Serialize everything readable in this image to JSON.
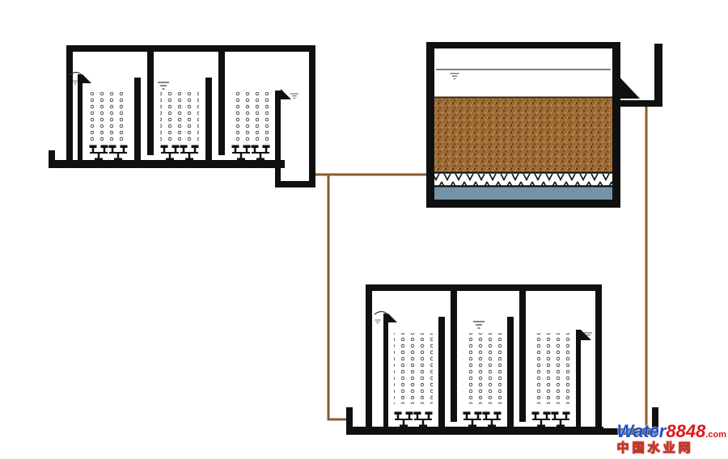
{
  "canvas": {
    "background": "#ffffff"
  },
  "diagram": {
    "colors": {
      "wall": "#101010",
      "pipe": "#8a5c30",
      "media_base": "#9c6b35",
      "media_dot_dark": "#5d3514",
      "media_dot_light": "#c79a5e",
      "underdrain_line": "#101010",
      "bottom_water": "#7293a8",
      "bubble_stroke": "#2a2a2a",
      "surface_line": "#333333"
    },
    "components": {
      "upper_left": "aeration-tank-upper",
      "upper_right": "media-filter-tank",
      "lower": "aeration-tank-lower",
      "lines": "process-piping"
    }
  },
  "logo": {
    "brand_primary": "Water",
    "brand_number": "8848",
    "brand_tld": ".com",
    "tagline": "中国水业网",
    "colors": {
      "primary": "#1d4ed0",
      "accent": "#e01616",
      "tagline_fill": "#ffffff",
      "tagline_outline": "#c03a2b"
    }
  }
}
